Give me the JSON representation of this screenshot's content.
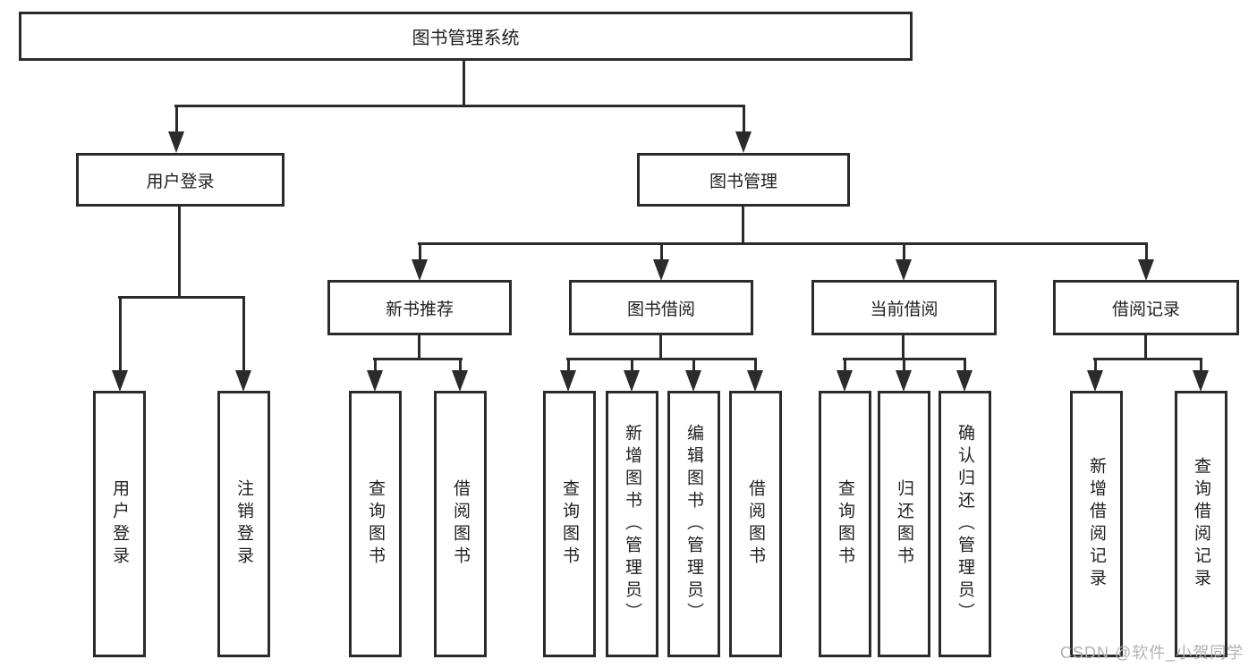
{
  "tree": {
    "label": "图书管理系统",
    "children": [
      {
        "label": "用户登录",
        "children": [
          {
            "label": "用户登录"
          },
          {
            "label": "注销登录"
          }
        ]
      },
      {
        "label": "图书管理",
        "children": [
          {
            "label": "新书推荐",
            "children": [
              {
                "label": "查询图书"
              },
              {
                "label": "借阅图书"
              }
            ]
          },
          {
            "label": "图书借阅",
            "children": [
              {
                "label": "查询图书"
              },
              {
                "label": "新增图书（管理员）"
              },
              {
                "label": "编辑图书（管理员）"
              },
              {
                "label": "借阅图书"
              }
            ]
          },
          {
            "label": "当前借阅",
            "children": [
              {
                "label": "查询图书"
              },
              {
                "label": "归还图书"
              },
              {
                "label": "确认归还（管理员）"
              }
            ]
          },
          {
            "label": "借阅记录",
            "children": [
              {
                "label": "新增借阅记录"
              },
              {
                "label": "查询借阅记录"
              }
            ]
          }
        ]
      }
    ]
  },
  "watermark": "CSDN @软件_小贺同学",
  "colors": {
    "line": "#2b2b2b",
    "background": "#ffffff",
    "watermark_text": "#b2b2b2"
  }
}
